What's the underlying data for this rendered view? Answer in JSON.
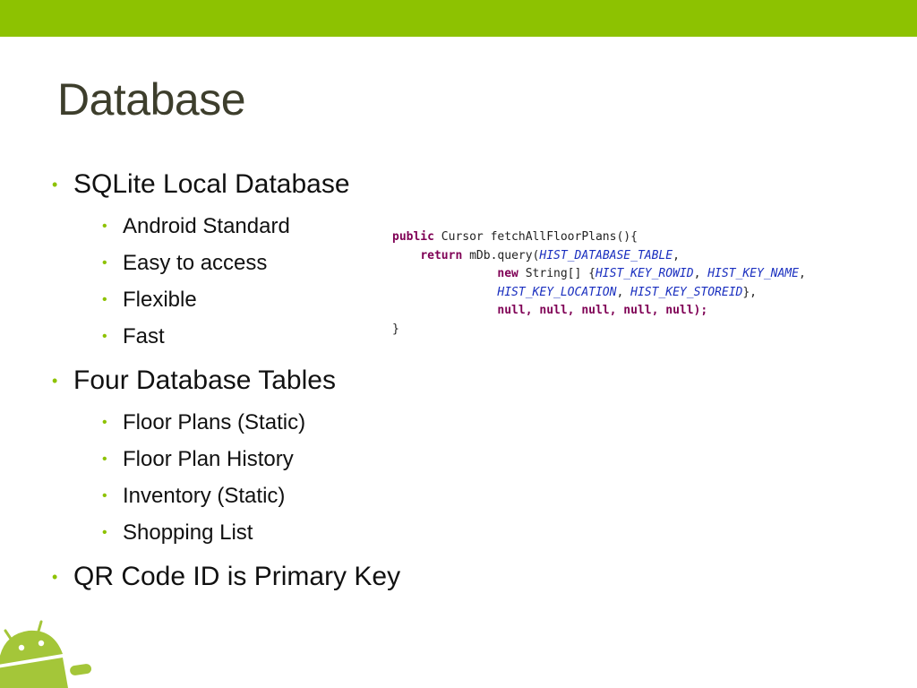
{
  "slide": {
    "title": "Database",
    "bullets": [
      {
        "text": "SQLite Local Database",
        "sub": [
          "Android Standard",
          "Easy to access",
          "Flexible",
          "Fast"
        ]
      },
      {
        "text": "Four Database Tables",
        "sub": [
          "Floor Plans (Static)",
          "Floor Plan History",
          "Inventory (Static)",
          "Shopping List"
        ]
      },
      {
        "text": "QR Code ID is Primary Key",
        "sub": []
      }
    ],
    "code": {
      "l1_kw": "public",
      "l1_rest": " Cursor fetchAllFloorPlans(){",
      "l2_kw": "return",
      "l2_mid": " mDb.query(",
      "l2_fld": "HIST_DATABASE_TABLE",
      "l2_end": ",",
      "l3_kw": "new",
      "l3_mid": " String[] {",
      "l3_fld1": "HIST_KEY_ROWID",
      "l3_sep": ", ",
      "l3_fld2": "HIST_KEY_NAME",
      "l3_end": ",",
      "l4_fld1": "HIST_KEY_LOCATION",
      "l4_sep": ", ",
      "l4_fld2": "HIST_KEY_STOREID",
      "l4_end": "},",
      "l5": "null, null, null, null, null);",
      "l6": "}"
    },
    "colors": {
      "accent": "#8dc201",
      "title": "#3d3e2c",
      "keyword": "#7f0055",
      "field": "#1a2fbf"
    },
    "icons": {
      "logo": "android-robot-icon"
    }
  }
}
